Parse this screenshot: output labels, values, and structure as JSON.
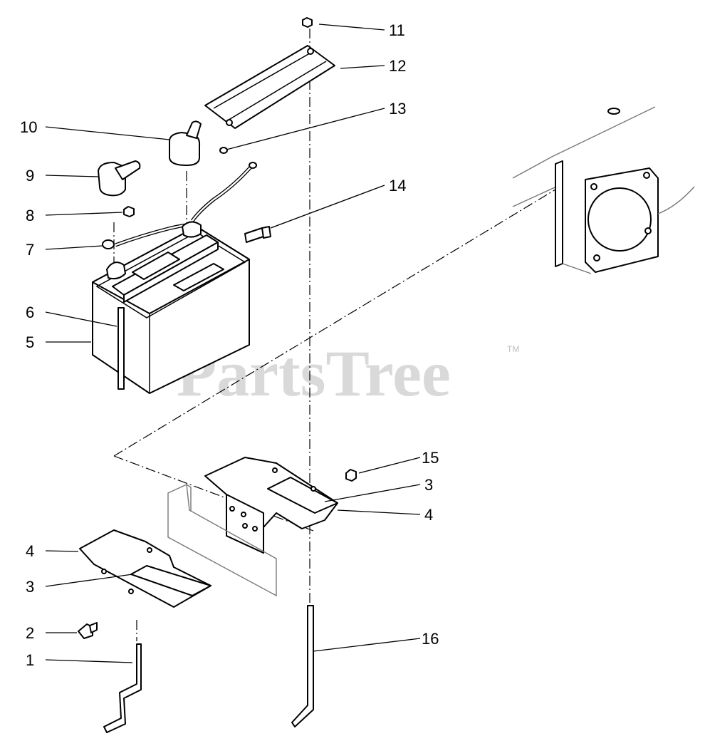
{
  "watermark": {
    "brand": "PartsTree",
    "tm": "TM"
  },
  "callouts": [
    "1",
    "2",
    "3",
    "3",
    "4",
    "4",
    "5",
    "6",
    "7",
    "8",
    "9",
    "10",
    "11",
    "12",
    "13",
    "14",
    "15",
    "16"
  ]
}
